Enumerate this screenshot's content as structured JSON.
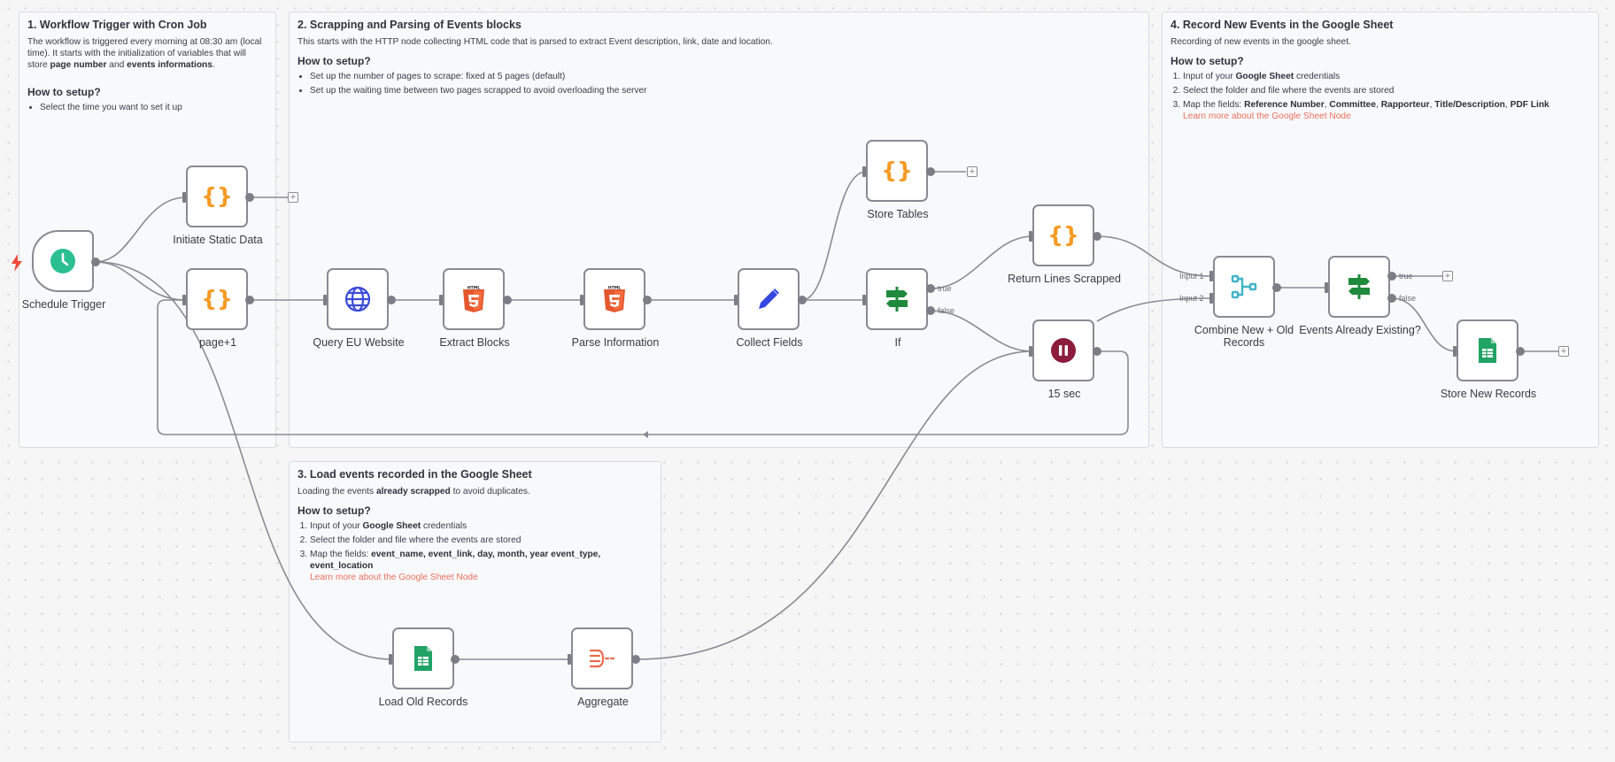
{
  "stickies": {
    "s1": {
      "title": "1. Workflow Trigger with Cron Job",
      "p1": "The workflow is triggered every morning at 08:30 am (local time). It starts with the initialization of variables that will store ",
      "p1_b1": "page number",
      "p1_mid": " and ",
      "p1_b2": "events informations",
      "p1_end": ".",
      "setup": "How to setup?",
      "item1": "Select the time you want to set it up"
    },
    "s2": {
      "title": "2. Scrapping and Parsing of Events blocks",
      "desc": "This starts with the HTTP node collecting HTML code that is parsed to extract Event description, link, date and location.",
      "setup": "How to setup?",
      "item1": "Set up the number of pages to scrape: fixed at 5 pages (default)",
      "item2": "Set up the waiting time between two pages scrapped to avoid overloading the server"
    },
    "s3": {
      "title": "3. Load events recorded in the Google Sheet",
      "desc_a": "Loading the events ",
      "desc_b": "already scrapped",
      "desc_c": " to avoid duplicates.",
      "setup": "How to setup?",
      "i1_a": "Input of your ",
      "i1_b": "Google Sheet",
      "i1_c": " credentials",
      "i2": "Select the folder and file where the events are stored",
      "i3_a": "Map the fields: ",
      "i3_b": "event_name, event_link, day, month, year event_type, event_location",
      "link": "Learn more about the Google Sheet Node"
    },
    "s4": {
      "title": "4. Record New Events in the Google Sheet",
      "desc": "Recording of new events in the google sheet.",
      "setup": "How to setup?",
      "i1_a": "Input of your ",
      "i1_b": "Google Sheet",
      "i1_c": " credentials",
      "i2": "Select the folder and file where the events are stored",
      "i3_a": "Map the fields: ",
      "i3_b": "Reference Number",
      "i3_c": ", ",
      "i3_d": "Committee",
      "i3_e": ", ",
      "i3_f": "Rapporteur",
      "i3_g": ", ",
      "i3_h": "Title/Description",
      "i3_i": ", ",
      "i3_j": "PDF Link",
      "link": "Learn more about the Google Sheet Node"
    }
  },
  "nodes": {
    "schedule_trigger": "Schedule Trigger",
    "initiate_static_data": "Initiate Static Data",
    "page_plus_one": "page+1",
    "query_eu_website": "Query EU Website",
    "extract_blocks": "Extract Blocks",
    "parse_information": "Parse Information",
    "collect_fields": "Collect Fields",
    "store_tables": "Store Tables",
    "if": "If",
    "return_lines_scrapped": "Return Lines Scrapped",
    "wait_15_sec": "15 sec",
    "combine_new_old": "Combine New + Old Records",
    "events_already_existing": "Events Already Existing?",
    "store_new_records": "Store New Records",
    "load_old_records": "Load Old Records",
    "aggregate": "Aggregate"
  },
  "branch_labels": {
    "if_true": "true",
    "if_false": "false",
    "exists_true": "true",
    "exists_false": "false",
    "input1": "Input 1",
    "input2": "Input 2"
  },
  "icon_text": {
    "html_badge": "HTML"
  },
  "colors": {
    "accent_orange": "#f59a23",
    "html_orange": "#e4572e",
    "globe_blue": "#3b4bd8",
    "pencil_blue": "#3447e0",
    "sheet_green": "#21a366",
    "if_green": "#1f8a3b",
    "merge_teal": "#3fb2c6",
    "wait_maroon": "#8c1c3c",
    "trigger_teal": "#2bbf8f",
    "link_coral": "#e8705c",
    "bolt_red": "#f04b3a"
  }
}
